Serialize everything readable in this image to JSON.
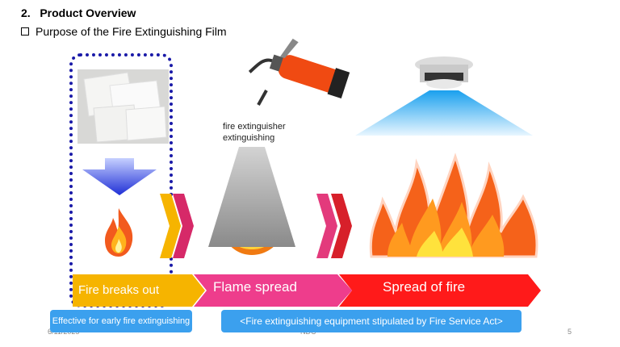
{
  "heading": "2.   Product Overview",
  "subheading": "Purpose of the Fire Extinguishing Film",
  "extinguisher_label": "fire extinguisher\nextinguishing",
  "stages": [
    {
      "label": "Fire breaks out",
      "color": "#f6b400"
    },
    {
      "label": "Flame spread",
      "color": "#ee3d8c"
    },
    {
      "label": "Spread of fire",
      "color": "#ff1a1a"
    }
  ],
  "notes": {
    "early": "Effective for early fire extinguishing",
    "act": "<Fire extinguishing equipment stipulated by Fire Service Act>"
  },
  "footer": {
    "date": "6/11/2025",
    "org": "NDC",
    "page": "5"
  },
  "colors": {
    "frame": "#1a1aa8",
    "note_bg": "#3ba0ee",
    "down_arrow": "#2f3ce0"
  }
}
